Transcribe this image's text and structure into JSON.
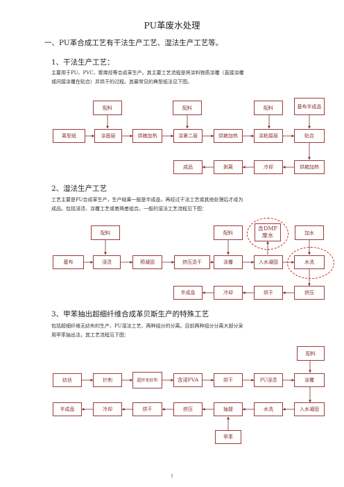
{
  "title": "PU革废水处理",
  "section1": {
    "heading": "一、PU革合成工艺有干法生产工艺、湿法生产工艺等。",
    "sub1": {
      "heading": "1、干法生产工艺：",
      "para1": "主要用于PU、PVC、聚烯烃等合成革生产。其主要工艺流程是将涂料物质涂覆（直接涂覆",
      "para2": "或间接涂覆在贴合）并烘干的过程。其最常见的典型纸法见下图。",
      "flow": {
        "top": [
          "配料",
          "配料",
          "配料",
          "基布半成品"
        ],
        "main": [
          "离型纸",
          "涂面层",
          "烘箱加热",
          "涂第二层",
          "烘箱加热",
          "涂粘接层",
          "贴合"
        ],
        "bottom": [
          "成品",
          "剥离",
          "冷却",
          "烘箱加热"
        ]
      }
    },
    "sub2": {
      "heading": "2、湿法生产工艺",
      "para1": "工艺主要是PU合成革生产，生产结果一般是半成品，再经过干法工艺或其他处理后才成为",
      "para2": "成品。包括浸渍、涂覆工艺或者两者组合。一般的湿法工艺流程见下图：",
      "flow": {
        "top": [
          "配料",
          "配料",
          "含DMF废水",
          "加水"
        ],
        "main": [
          "基布",
          "浸渍",
          "预凝固",
          "挤压烫干",
          "涂覆",
          "入水凝固",
          "水洗"
        ],
        "bottom": [
          "半成品",
          "冷却",
          "烘干",
          "挤压"
        ]
      }
    },
    "sub3": {
      "heading": "3、甲苯抽出超细纤维合成革贝斯生产的特殊工艺",
      "para1": "包括超细纤维无纺布的生产、PU湿法工艺、两种组分的分离。目前两种组分分离大部分采",
      "para2": "用甲苯抽出法，其工艺流程见下图：",
      "flow": {
        "top": [
          "配料"
        ],
        "main": [
          "纺丝",
          "针刺",
          "超纤无纺布",
          "含浸PVA",
          "烘干",
          "PU浸渍",
          "涂覆"
        ],
        "bottom": [
          "半成品",
          "冷却",
          "烘干",
          "挤压",
          "抽提",
          "水洗",
          "入水凝固"
        ],
        "extra": [
          "甲苯"
        ]
      }
    }
  },
  "page_number": "1"
}
